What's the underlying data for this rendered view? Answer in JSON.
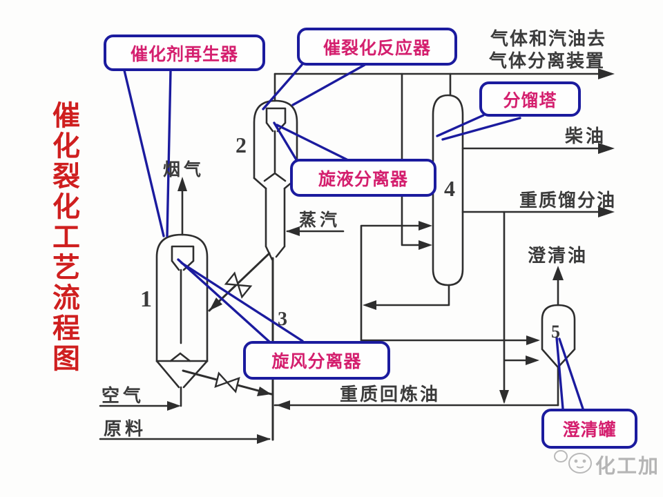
{
  "title": {
    "text": "催化裂化工艺流程图"
  },
  "callouts": {
    "regenerator": "催化剂再生器",
    "reactor": "催裂化反应器",
    "hydrocyclone": "旋液分离器",
    "fractionator": "分馏塔",
    "cyclone": "旋风分离器",
    "clarifier_tank": "澄清罐"
  },
  "streams": {
    "flue_gas": "烟气",
    "steam": "蒸汽",
    "air": "空气",
    "feed": "原料",
    "heavy_recycle_oil": "重质回炼油",
    "gas_out_line1": "气体和汽油去",
    "gas_out_line2": "气体分离装置",
    "diesel": "柴油",
    "heavy_distillate": "重质馏分油",
    "clarified_oil": "澄清油"
  },
  "equipment_numbers": {
    "regenerator": "1",
    "reactor": "2",
    "riser": "3",
    "fractionator": "4",
    "clarifier": "5"
  },
  "watermark": {
    "text": "化工加"
  },
  "colors": {
    "annotation_border": "#1b1b9e",
    "annotation_text": "#d41f6e",
    "title_red": "#cf1f1f",
    "diagram_line": "#2e2e2e",
    "watermark_gray": "#b5b5b5"
  }
}
